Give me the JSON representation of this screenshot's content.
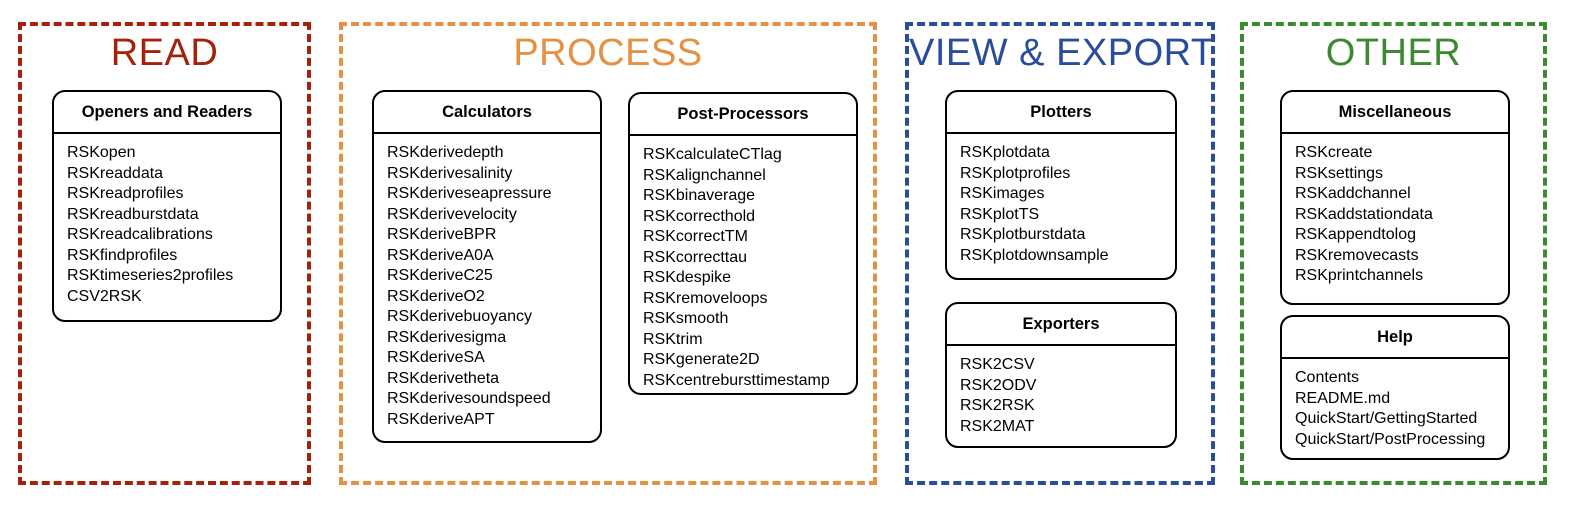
{
  "colors": {
    "read": "#A6210C",
    "process": "#E59144",
    "view_export": "#2A4D9B",
    "other": "#3A8A2F",
    "box_border": "#000000",
    "background": "#FFFFFF",
    "text": "#000000"
  },
  "sections": [
    {
      "title": "READ",
      "color": "#A6210C",
      "boxes": [
        {
          "header": "Openers and Readers",
          "items": [
            "RSKopen",
            "RSKreaddata",
            "RSKreadprofiles",
            "RSKreadburstdata",
            "RSKreadcalibrations",
            "RSKfindprofiles",
            "RSKtimeseries2profiles",
            "CSV2RSK"
          ]
        }
      ]
    },
    {
      "title": "PROCESS",
      "color": "#E59144",
      "boxes": [
        {
          "header": "Calculators",
          "items": [
            "RSKderivedepth",
            "RSKderivesalinity",
            "RSKderiveseapressure",
            "RSKderivevelocity",
            "RSKderiveBPR",
            "RSKderiveA0A",
            "RSKderiveC25",
            "RSKderiveO2",
            "RSKderivebuoyancy",
            "RSKderivesigma",
            "RSKderiveSA",
            "RSKderivetheta",
            "RSKderivesoundspeed",
            "RSKderiveAPT"
          ]
        },
        {
          "header": "Post-Processors",
          "items": [
            "RSKcalculateCTlag",
            "RSKalignchannel",
            "RSKbinaverage",
            "RSKcorrecthold",
            "RSKcorrectTM",
            "RSKcorrecttau",
            "RSKdespike",
            "RSKremoveloops",
            "RSKsmooth",
            "RSKtrim",
            "RSKgenerate2D",
            "RSKcentrebursttimestamp"
          ]
        }
      ]
    },
    {
      "title": "VIEW & EXPORT",
      "color": "#2A4D9B",
      "boxes": [
        {
          "header": "Plotters",
          "items": [
            "RSKplotdata",
            "RSKplotprofiles",
            "RSKimages",
            "RSKplotTS",
            "RSKplotburstdata",
            "RSKplotdownsample"
          ]
        },
        {
          "header": "Exporters",
          "items": [
            "RSK2CSV",
            "RSK2ODV",
            "RSK2RSK",
            "RSK2MAT"
          ]
        }
      ]
    },
    {
      "title": "OTHER",
      "color": "#3A8A2F",
      "boxes": [
        {
          "header": "Miscellaneous",
          "items": [
            "RSKcreate",
            "RSKsettings",
            "RSKaddchannel",
            "RSKaddstationdata",
            "RSKappendtolog",
            "RSKremovecasts",
            "RSKprintchannels"
          ]
        },
        {
          "header": "Help",
          "items": [
            "Contents",
            "README.md",
            "QuickStart/GettingStarted",
            "QuickStart/PostProcessing"
          ]
        }
      ]
    }
  ]
}
